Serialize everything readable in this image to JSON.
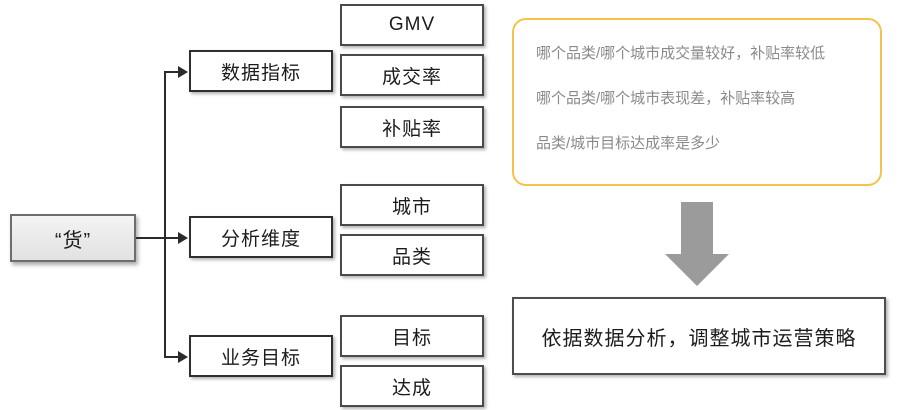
{
  "diagram": {
    "root": {
      "label": "“货”"
    },
    "branches": [
      {
        "label": "数据指标"
      },
      {
        "label": "分析维度"
      },
      {
        "label": "业务目标"
      }
    ],
    "leaves": [
      {
        "label": "GMV"
      },
      {
        "label": "成交率"
      },
      {
        "label": "补贴率"
      },
      {
        "label": "城市"
      },
      {
        "label": "品类"
      },
      {
        "label": "目标"
      },
      {
        "label": "达成"
      }
    ],
    "questions": {
      "border_color": "#f6c14c",
      "text_color": "#8a8a8a",
      "items": [
        "哪个品类/哪个城市成交量较好，补贴率较低",
        "哪个品类/哪个城市表现差，补贴率较高",
        "品类/城市目标达成率是多少"
      ]
    },
    "flow_arrow": {
      "icon": "arrow-down-icon",
      "color": "#9b9b9b"
    },
    "outcome": {
      "label": "依据数据分析，调整城市运营策略"
    }
  }
}
